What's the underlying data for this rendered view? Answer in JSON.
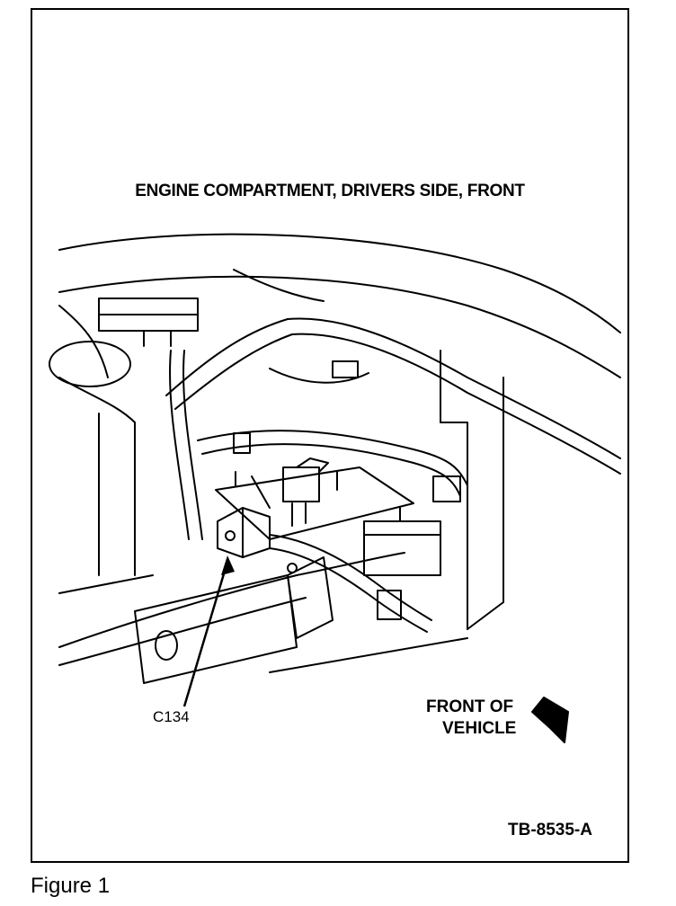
{
  "figure": {
    "title": "ENGINE COMPARTMENT, DRIVERS SIDE, FRONT",
    "callout_label": "C134",
    "direction_line1": "FRONT OF",
    "direction_line2": "VEHICLE",
    "document_id": "TB-8535-A"
  },
  "caption": "Figure 1"
}
